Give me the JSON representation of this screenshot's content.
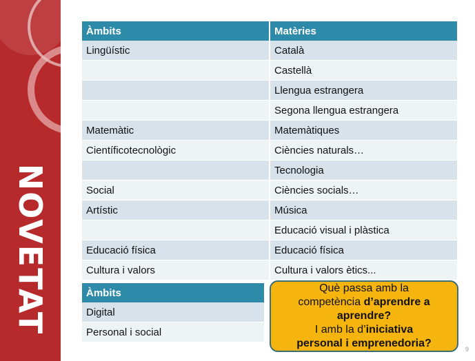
{
  "sidebar": {
    "label": "NOVETAT",
    "color": "#b62a2c"
  },
  "main_table": {
    "headers": [
      "Àmbits",
      "Matèries"
    ],
    "rows": [
      [
        "Lingüístic",
        "Català"
      ],
      [
        "",
        "Castellà"
      ],
      [
        "",
        "Llengua estrangera"
      ],
      [
        "",
        "Segona llengua estrangera"
      ],
      [
        "Matemàtic",
        "Matemàtiques"
      ],
      [
        "Científicotecnològic",
        "Ciències naturals…"
      ],
      [
        "",
        "Tecnologia"
      ],
      [
        "Social",
        "Ciències socials…"
      ],
      [
        "Artístic",
        "Música"
      ],
      [
        "",
        "Educació visual i plàstica"
      ],
      [
        "Educació física",
        "Educació física"
      ],
      [
        "Cultura i valors",
        "Cultura i valors ètics..."
      ]
    ]
  },
  "ambits_table": {
    "header": "Àmbits",
    "rows": [
      "Digital",
      "Personal i social"
    ]
  },
  "callout": {
    "line1": "Què passa amb la",
    "line2_pre": "competència ",
    "line2_bold": "d’aprendre a",
    "line3_bold": "aprendre?",
    "line4_pre": "I amb la d’",
    "line4_bold": "iniciativa",
    "line5_bold": "personal i emprenedoria?",
    "color": "#f6b40f"
  },
  "page_number": "9",
  "colors": {
    "header": "#2d8aa8",
    "row_dark": "#d7e2ea",
    "row_light": "#eef3f6"
  }
}
